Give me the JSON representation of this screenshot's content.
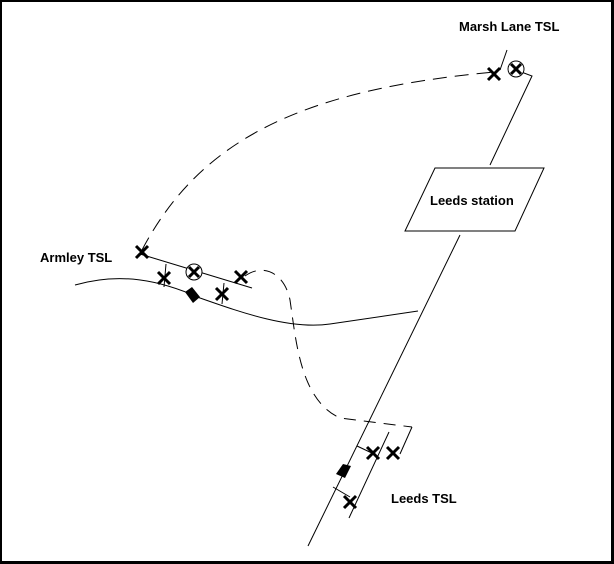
{
  "diagram": {
    "labels": {
      "marsh_lane": "Marsh Lane TSL",
      "leeds_station": "Leeds station",
      "armley": "Armley TSL",
      "leeds_tsl": "Leeds TSL"
    },
    "colors": {
      "line": "#000000",
      "background": "#ffffff"
    },
    "symbols": {
      "cross": "signal-cross",
      "circled_cross": "circled-cross",
      "train": "filled-diamond"
    }
  }
}
